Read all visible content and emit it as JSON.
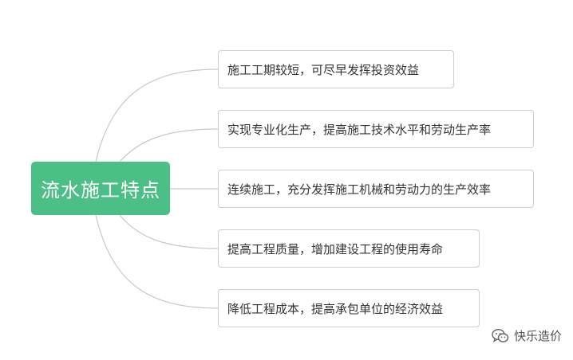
{
  "root": {
    "label": "流水施工特点",
    "color": "#4cbf87"
  },
  "branches": [
    {
      "label": "施工工期较短，可尽早发挥投资效益"
    },
    {
      "label": "实现专业化生产，提高施工技术水平和劳动生产率"
    },
    {
      "label": "连续施工，充分发挥施工机械和劳动力的生产效率"
    },
    {
      "label": "提高工程质量，增加建设工程的使用寿命"
    },
    {
      "label": "降低工程成本，提高承包单位的经济效益"
    }
  ],
  "watermark": {
    "text": "快乐造价",
    "icon": "wechat-icon"
  },
  "connector_color": "#c8c8c8"
}
